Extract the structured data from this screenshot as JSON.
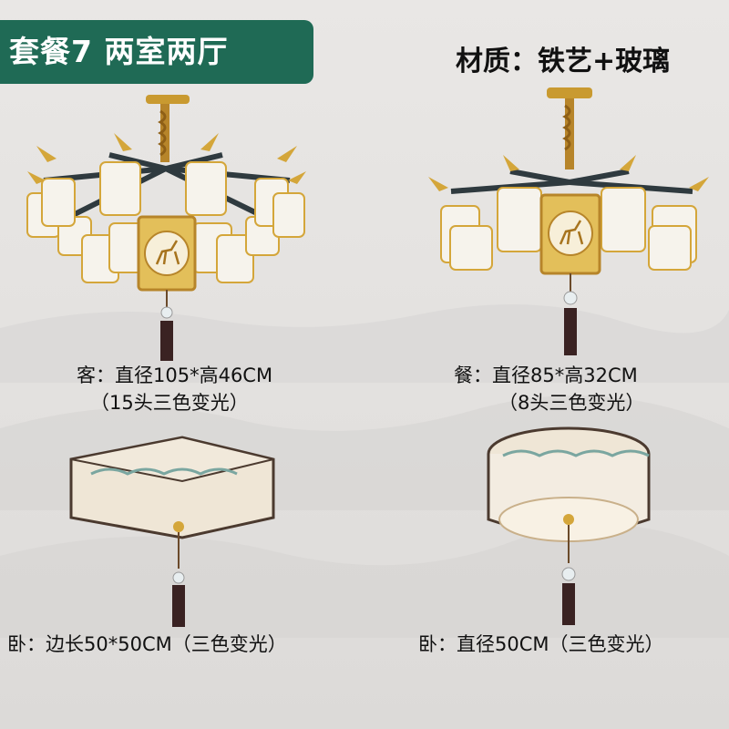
{
  "header": {
    "package_title": "套餐7 两室两厅",
    "material": "材质：铁艺+玻璃"
  },
  "products": [
    {
      "id": "living-chandelier",
      "line1": "客：直径105*高46CM",
      "line2": "（15头三色变光）"
    },
    {
      "id": "dining-chandelier",
      "line1": "餐：直径85*高32CM",
      "line2": "（8头三色变光）"
    },
    {
      "id": "bedroom-square-ceiling",
      "line1": "卧：边长50*50CM（三色变光）"
    },
    {
      "id": "bedroom-round-ceiling",
      "line1": "卧：直径50CM（三色变光）"
    }
  ],
  "colors": {
    "banner": "#1f6a55",
    "gold": "#d4a63a",
    "dark_metal": "#2f3a3f",
    "shade": "#f6f3ec",
    "tassel": "#3a2222"
  }
}
